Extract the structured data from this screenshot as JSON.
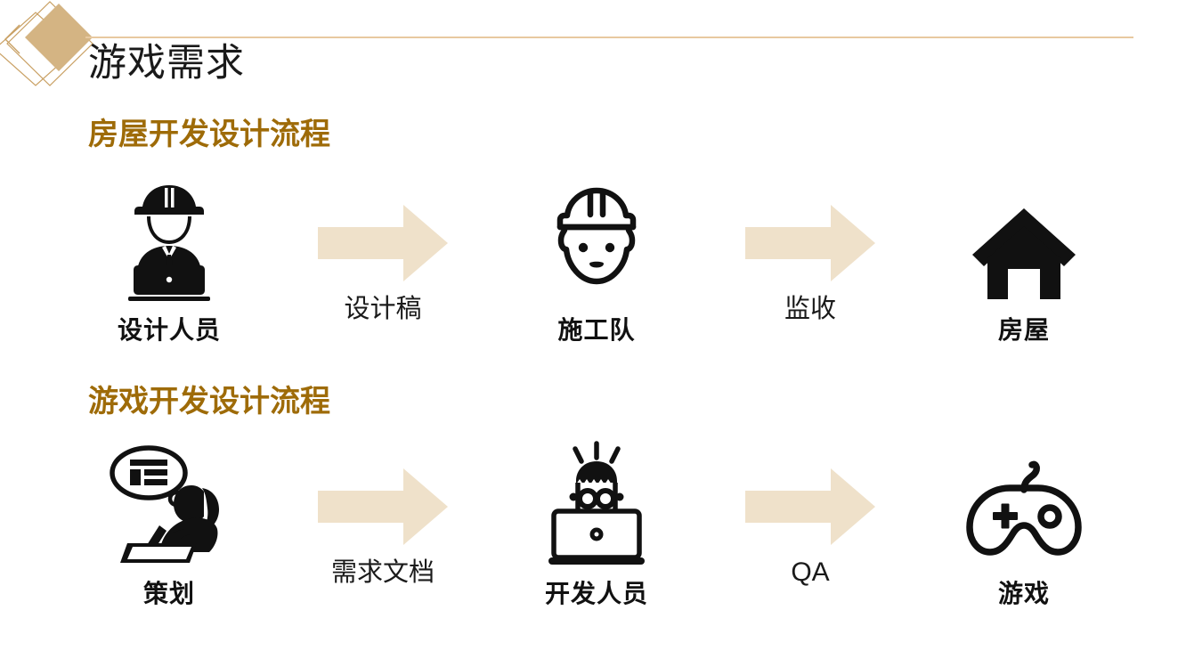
{
  "slide": {
    "title": "游戏需求",
    "accent_color": "#D4B483",
    "rule_color": "#E8C9A0",
    "heading_color": "#9E6B08",
    "arrow_color": "#EFE1CA",
    "icon_color": "#111111"
  },
  "sections": [
    {
      "heading": "房屋开发设计流程",
      "nodes": [
        {
          "label": "设计人员",
          "icon": "engineer-at-laptop-icon"
        },
        {
          "label": "施工队",
          "icon": "construction-worker-face-icon"
        },
        {
          "label": "房屋",
          "icon": "house-icon"
        }
      ],
      "edges": [
        {
          "label": "设计稿",
          "icon": "arrow-right-icon"
        },
        {
          "label": "监收",
          "icon": "arrow-right-icon"
        }
      ]
    },
    {
      "heading": "游戏开发设计流程",
      "nodes": [
        {
          "label": "策划",
          "icon": "planner-writing-icon"
        },
        {
          "label": "开发人员",
          "icon": "developer-at-laptop-icon"
        },
        {
          "label": "游戏",
          "icon": "gamepad-icon"
        }
      ],
      "edges": [
        {
          "label": "需求文档",
          "icon": "arrow-right-icon"
        },
        {
          "label": "QA",
          "icon": "arrow-right-icon"
        }
      ]
    }
  ]
}
